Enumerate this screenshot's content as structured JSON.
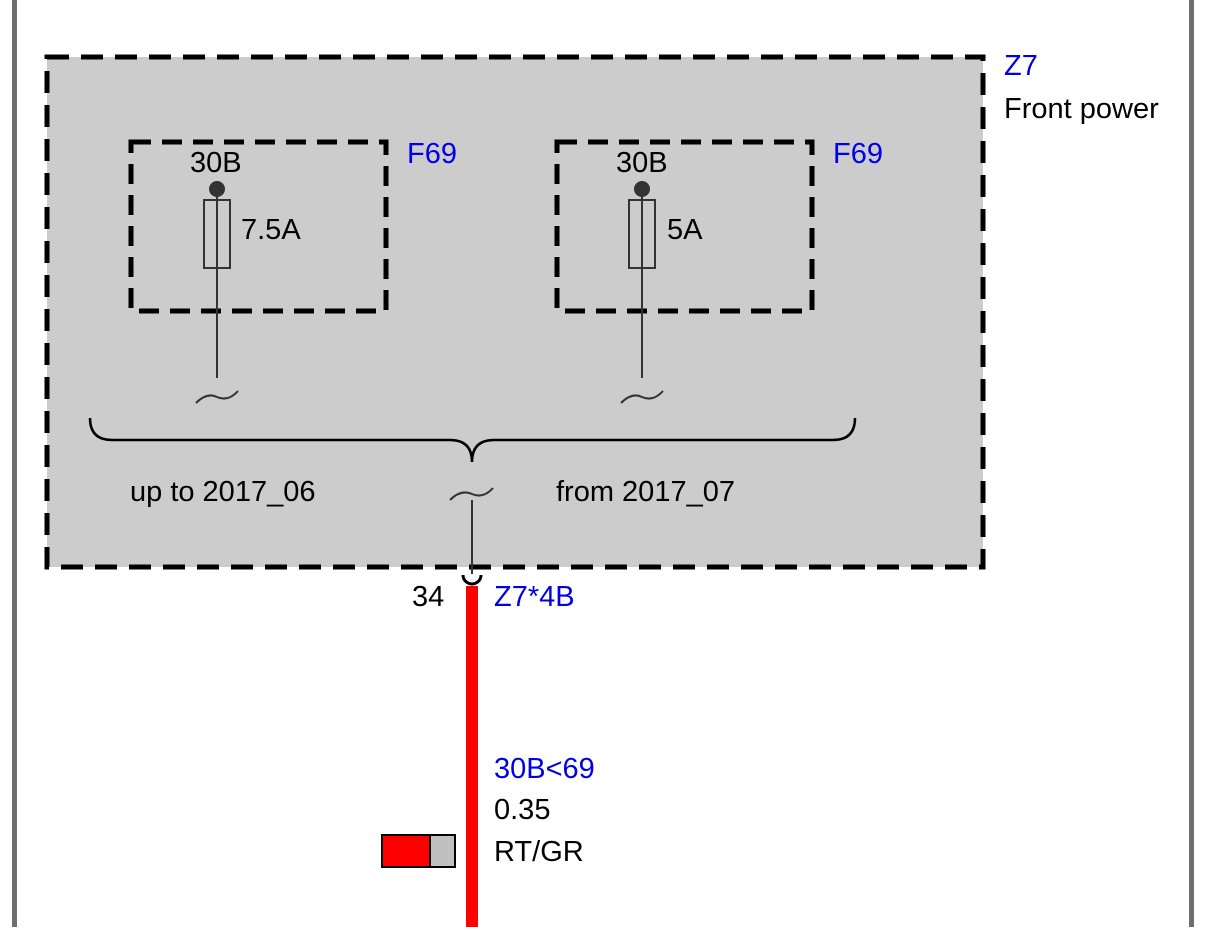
{
  "module": {
    "id": "Z7",
    "name": "Front power"
  },
  "fuses": [
    {
      "designator": "F69",
      "terminal": "30B",
      "rating": "7.5A",
      "variant": "up to 2017_06"
    },
    {
      "designator": "F69",
      "terminal": "30B",
      "rating": "5A",
      "variant": "from 2017_07"
    }
  ],
  "connector": {
    "pin": "34",
    "id": "Z7*4B"
  },
  "wire": {
    "signal": "30B<69",
    "cross_section": "0.35",
    "color_code": "RT/GR",
    "colors": {
      "primary": "#ff0000",
      "stripe": "#c0c0c0"
    }
  },
  "colors": {
    "module_fill": "#cccccc",
    "label_blue": "#0000e6",
    "frame": "#6e6e6e"
  }
}
